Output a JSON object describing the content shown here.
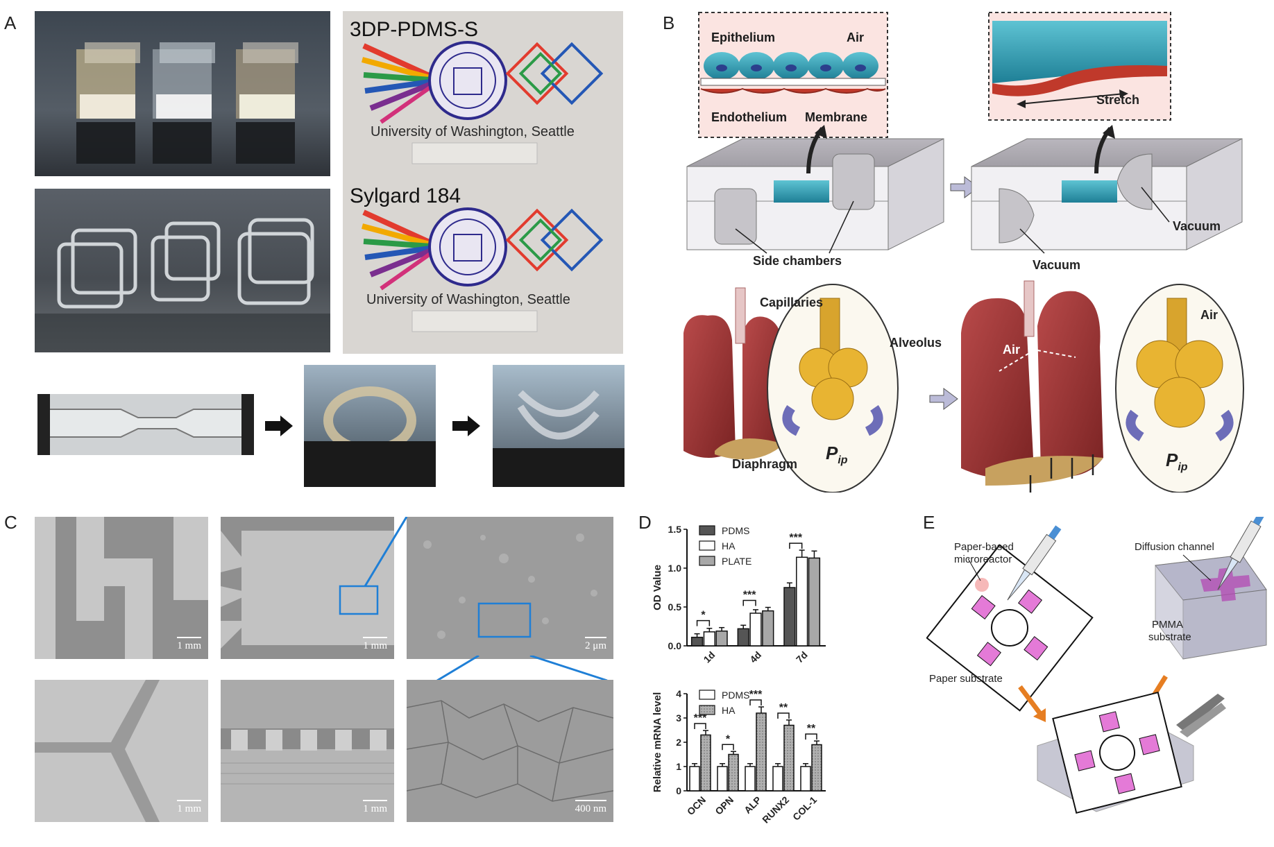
{
  "panel_labels": {
    "a": "A",
    "b": "B",
    "c": "C",
    "d": "D",
    "e": "E"
  },
  "panel_a": {
    "label_3dp": "3DP-PDMS-S",
    "label_sylgard": "Sylgard 184",
    "uw_text_1": "University of Washington, Seattle",
    "uw_text_2": "University of Washington, Seattle"
  },
  "panel_b": {
    "epithelium": "Epithelium",
    "air": "Air",
    "endothelium": "Endothelium",
    "membrane": "Membrane",
    "stretch": "Stretch",
    "side_chambers": "Side chambers",
    "vacuum_left": "Vacuum",
    "vacuum_right": "Vacuum",
    "capillaries": "Capillaries",
    "alveolus": "Alveolus",
    "diaphragm": "Diaphragm",
    "pip": "P",
    "pip_sub": "ip",
    "pip2": "P",
    "pip2_sub": "ip",
    "air_lung": "Air",
    "air_right": "Air"
  },
  "panel_c": {
    "scale_1": "1 mm",
    "scale_2": "1 mm",
    "scale_3": "2 μm",
    "scale_4": "1 mm",
    "scale_5": "1 mm",
    "scale_6": "400 nm"
  },
  "panel_e": {
    "paper_microreactor": "Paper-based\nmicroreactor",
    "paper_microreactor_1": "Paper-based",
    "paper_microreactor_2": "microreactor",
    "paper_substrate": "Paper substrate",
    "diffusion_channel": "Diffusion channel",
    "pmma_1": "PMMA",
    "pmma_2": "substrate"
  },
  "chart_data": [
    {
      "type": "bar",
      "ylabel": "OD Value",
      "categories": [
        "1d",
        "4d",
        "7d"
      ],
      "ylim": [
        0,
        1.5
      ],
      "yticks": [
        "0.0",
        "0.5",
        "1.0",
        "1.5"
      ],
      "series": [
        {
          "name": "PDMS",
          "color": "#555555",
          "values": [
            0.11,
            0.22,
            0.75
          ]
        },
        {
          "name": "HA",
          "color": "#ffffff",
          "values": [
            0.18,
            0.42,
            1.14
          ]
        },
        {
          "name": "PLATE",
          "color": "#a8a8a8",
          "values": [
            0.19,
            0.45,
            1.13
          ]
        }
      ],
      "significance": [
        "*",
        "***",
        "***"
      ],
      "legend": "top-left"
    },
    {
      "type": "bar",
      "ylabel": "Relative mRNA level",
      "categories": [
        "OCN",
        "OPN",
        "ALP",
        "RUNX2",
        "COL-1"
      ],
      "ylim": [
        0,
        4
      ],
      "yticks": [
        "0",
        "1",
        "2",
        "3",
        "4"
      ],
      "series": [
        {
          "name": "PDMS",
          "color": "#ffffff",
          "values": [
            1.0,
            1.0,
            1.0,
            1.0,
            1.0
          ]
        },
        {
          "name": "HA",
          "color": "#9a9a9a",
          "values": [
            2.3,
            1.5,
            3.2,
            2.7,
            1.9
          ]
        }
      ],
      "significance": [
        "***",
        "*",
        "***",
        "**",
        "**"
      ],
      "legend": "top-left"
    }
  ]
}
